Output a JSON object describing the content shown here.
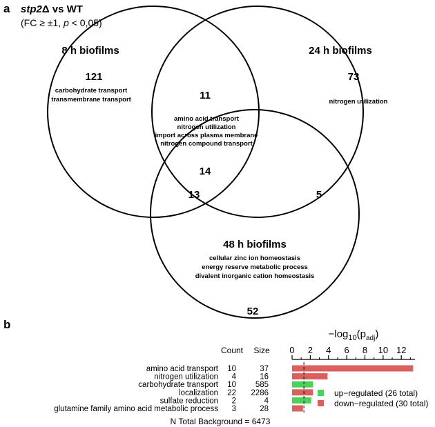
{
  "panel_a": {
    "label": "a",
    "title_gene": "stp2",
    "title_delta": "Δ",
    "title_rest": " vs WT",
    "criteria_open": "(FC ≥ ±1, ",
    "criteria_p": "p",
    "criteria_close": " < 0,05)",
    "sets": [
      {
        "name": "8 h biofilms",
        "count": "121",
        "terms": [
          "carbohydrate transport",
          "transmembrane transport"
        ]
      },
      {
        "name": "24 h biofilms",
        "count": "73",
        "terms": [
          "nitrogen utilization"
        ]
      },
      {
        "name": "48 h biofilms",
        "count": "52",
        "terms": [
          "cellular zinc ion homeostasis",
          "energy reserve metabolic process",
          "divalent inorganic cation homeostasis"
        ]
      }
    ],
    "overlaps": {
      "8h_24h": "11",
      "8h_48h": "13",
      "24h_48h": "5",
      "all": "14",
      "all_terms": [
        "amino acid transport",
        "nitrogen utilization",
        "import across plasma membrane",
        "nitrogen compound transport"
      ]
    }
  },
  "panel_b": {
    "label": "b",
    "axis_title_prefix": "−log",
    "axis_title_sub": "10",
    "axis_title_mid": "(p",
    "axis_title_subsub": "adj",
    "axis_title_suffix": ")",
    "col_count": "Count",
    "col_size": "Size",
    "footer": "N Total Background = 6473",
    "colors": {
      "up": "#4cd25a",
      "down": "#d9605f"
    },
    "legend": [
      {
        "key": "up",
        "label": "up−regulated (26 total)"
      },
      {
        "key": "down",
        "label": "down−regulated (30 total)"
      }
    ]
  },
  "chart_data": {
    "type": "bar",
    "orientation": "horizontal",
    "xlim": [
      0,
      13.5
    ],
    "ticks": [
      0,
      2,
      4,
      6,
      8,
      10,
      12
    ],
    "threshold": 1.3,
    "categories": [
      "amino acid transport",
      "nitrogen utilization",
      "carbohydrate transport",
      "localization",
      "sulfate reduction",
      "glutamine family amino acid metabolic process"
    ],
    "counts": [
      "10",
      "4",
      "10",
      "22",
      "2",
      "3"
    ],
    "sizes": [
      "37",
      "16",
      "585",
      "2286",
      "4",
      "28"
    ],
    "values": [
      13.3,
      3.9,
      2.3,
      2.3,
      2.1,
      1.2
    ],
    "direction": [
      "down",
      "down",
      "up",
      "down",
      "up",
      "down"
    ]
  }
}
